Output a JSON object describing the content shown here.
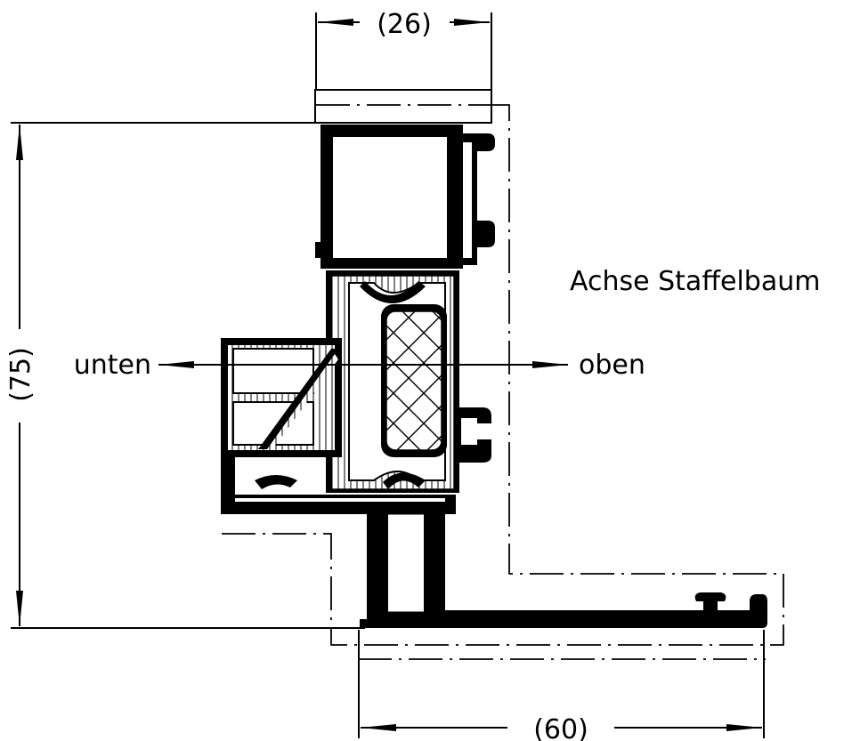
{
  "labels": {
    "dim_top": "(26)",
    "dim_left": "(75)",
    "dim_bottom": "(60)",
    "axis_note": "Achse Staffelbaum",
    "dir_left": "unten",
    "dir_right": "oben"
  },
  "colors": {
    "ink": "#000000",
    "paper": "#ffffff"
  }
}
